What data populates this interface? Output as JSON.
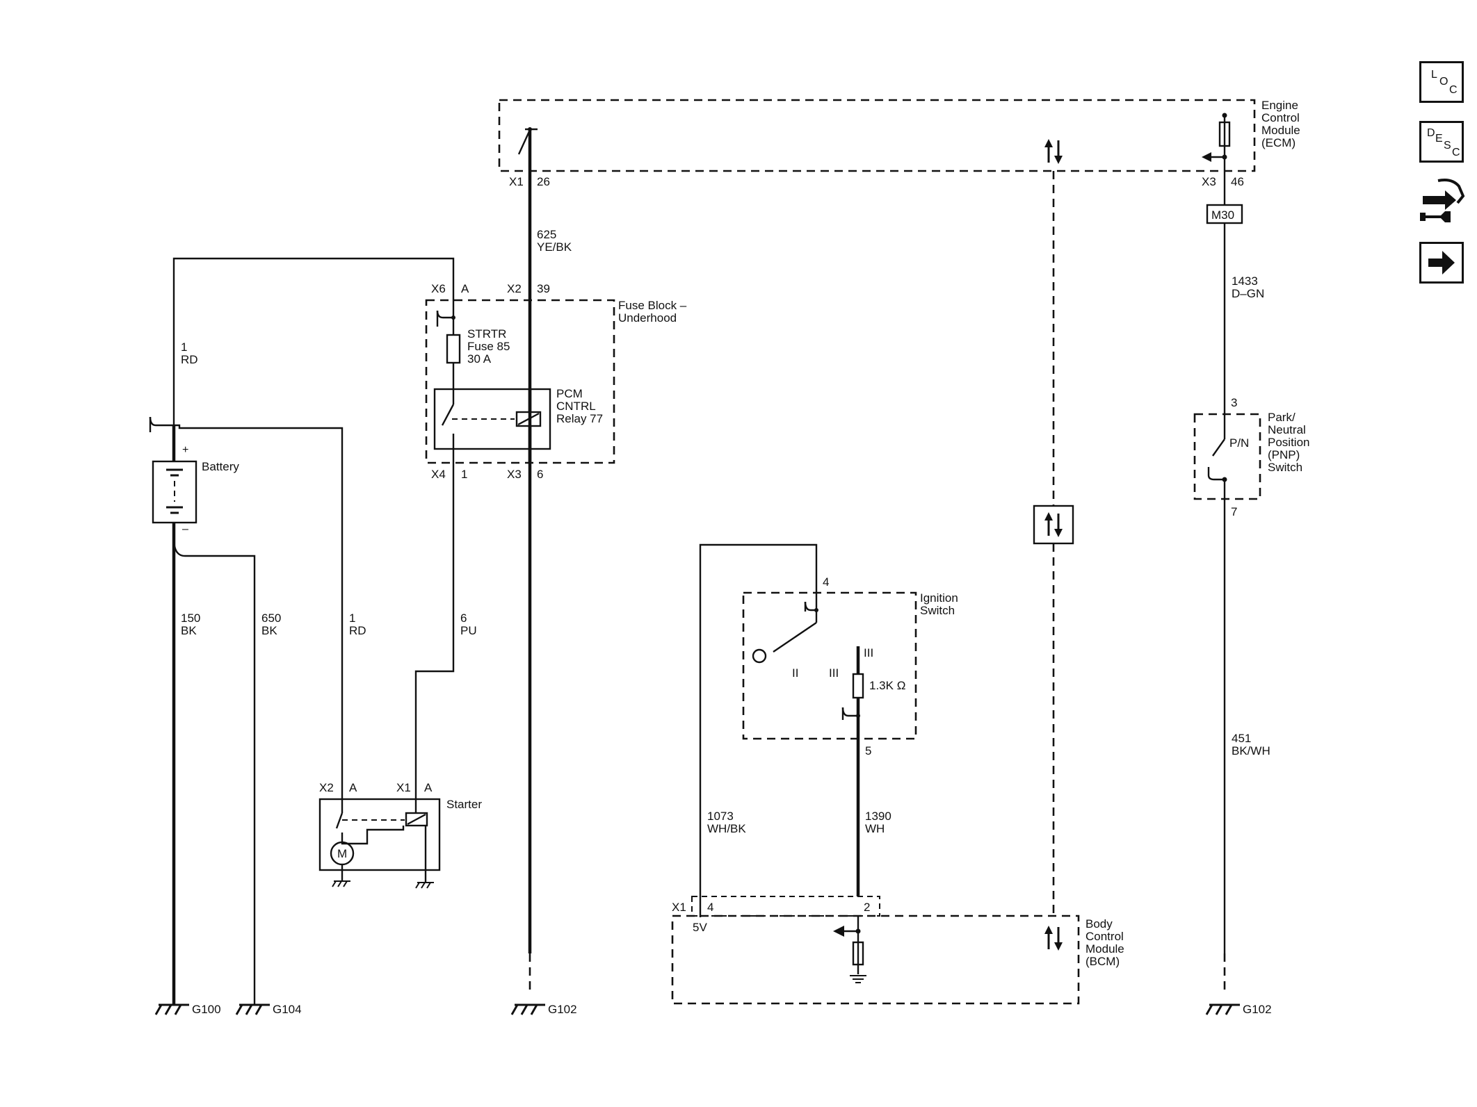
{
  "nav": {
    "loc": {
      "l1": "L",
      "l2": "O",
      "l3": "C"
    },
    "desc": {
      "l1": "D",
      "l2": "E",
      "l3": "S",
      "l4": "C"
    }
  },
  "ecm": {
    "name_lines": [
      "Engine",
      "Control",
      "Module",
      "(ECM)"
    ],
    "conn_x1": "X1",
    "pin_26": "26",
    "conn_x3": "X3",
    "pin_46": "46"
  },
  "wires": {
    "w625": {
      "num": "625",
      "color": "YE/BK"
    },
    "w1rd_top": {
      "num": "1",
      "color": "RD"
    },
    "w1rd_starter": {
      "num": "1",
      "color": "RD"
    },
    "w150": {
      "num": "150",
      "color": "BK"
    },
    "w650": {
      "num": "650",
      "color": "BK"
    },
    "w6": {
      "num": "6",
      "color": "PU"
    },
    "w1433": {
      "num": "1433",
      "color": "D–GN"
    },
    "w451": {
      "num": "451",
      "color": "BK/WH"
    },
    "w1073": {
      "num": "1073",
      "color": "WH/BK"
    },
    "w1390": {
      "num": "1390",
      "color": "WH"
    }
  },
  "fuse_block": {
    "name_lines": [
      "Fuse Block –",
      "Underhood"
    ],
    "conn_x6": "X6",
    "pin_a": "A",
    "conn_x2": "X2",
    "pin_39": "39",
    "conn_x4": "X4",
    "pin_1": "1",
    "conn_x3": "X3",
    "pin_6": "6",
    "fuse_lines": [
      "STRTR",
      "Fuse 85",
      "30 A"
    ],
    "relay_lines": [
      "PCM",
      "CNTRL",
      "Relay 77"
    ]
  },
  "battery": {
    "name": "Battery",
    "plus": "+",
    "minus": "–"
  },
  "starter": {
    "name": "Starter",
    "motor": "M",
    "conn_x2": "X2",
    "pin_a1": "A",
    "conn_x1": "X1",
    "pin_a2": "A"
  },
  "grounds": {
    "g100": "G100",
    "g104": "G104",
    "g102a": "G102",
    "g102b": "G102"
  },
  "inline": {
    "m30": "M30"
  },
  "pnp": {
    "name_lines": [
      "Park/",
      "Neutral",
      "Position",
      "(PNP)",
      "Switch"
    ],
    "contact": "P/N",
    "pin_3": "3",
    "pin_7": "7"
  },
  "ignition": {
    "name_lines": [
      "Ignition",
      "Switch"
    ],
    "pin_4": "4",
    "pin_5": "5",
    "pos_ii": "II",
    "pos_iii_a": "III",
    "pos_iii_b": "III",
    "resistor": "1.3K Ω"
  },
  "bcm": {
    "name_lines": [
      "Body",
      "Control",
      "Module",
      "(BCM)"
    ],
    "conn_x1": "X1",
    "pin_4": "4",
    "pin_2": "2",
    "v5": "5V"
  }
}
